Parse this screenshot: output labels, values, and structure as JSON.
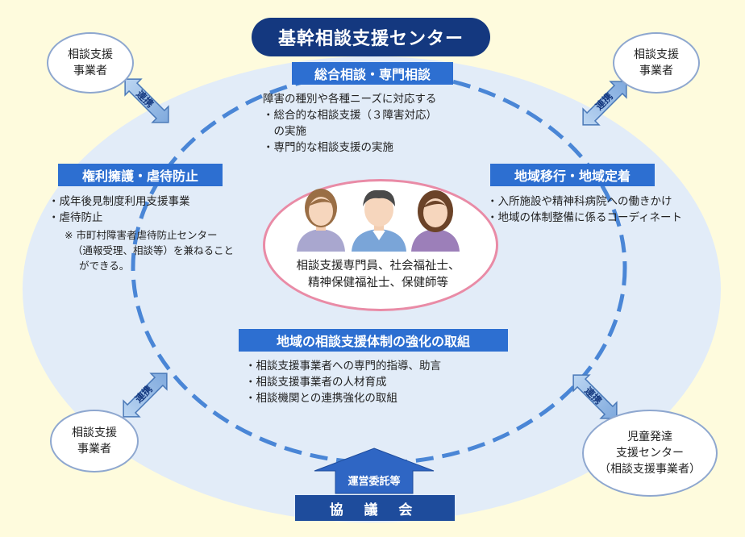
{
  "center": {
    "title": "基幹相談支援センター"
  },
  "sections": {
    "sogo": {
      "header": "総合相談・専門相談",
      "lines": [
        "障害の種別や各種ニーズに対応する",
        "・総合的な相談支援（３障害対応）",
        "　の実施",
        "・専門的な相談支援の実施"
      ]
    },
    "kenri": {
      "header": "権利擁護・虐待防止",
      "lines": [
        "・成年後見制度利用支援事業",
        "・虐待防止"
      ],
      "note_lines": [
        "※ 市町村障害者虐待防止センター",
        "（通報受理、相談等）を兼ねること",
        "ができる。"
      ]
    },
    "chiiki_iko": {
      "header": "地域移行・地域定着",
      "lines": [
        "・入所施設や精神科病院への働きかけ",
        "・地域の体制整備に係るコーディネート"
      ]
    },
    "kyoka": {
      "header": "地域の相談支援体制の強化の取組",
      "lines": [
        "・相談支援事業者への専門的指導、助言",
        "・相談支援事業者の人材育成",
        "・相談機関との連携強化の取組"
      ]
    }
  },
  "staff": {
    "lines": [
      "相談支援専門員、社会福祉士、",
      "精神保健福祉士、保健師等"
    ]
  },
  "outer": {
    "top_left": [
      "相談支援",
      "事業者"
    ],
    "top_right": [
      "相談支援",
      "事業者"
    ],
    "bottom_left": [
      "相談支援",
      "事業者"
    ],
    "bottom_right": [
      "児童発達",
      "支援センター",
      "（相談支援事業者）"
    ]
  },
  "arrows": {
    "label": "連携"
  },
  "bottom": {
    "commission": "運営委託等",
    "council": "協 議 会"
  },
  "colors": {
    "navy": "#14387f",
    "blue": "#2d6fd1",
    "ellipse": "#e2ecf8",
    "dash": "#4a86d6",
    "pink": "#e98ba6",
    "background": "#fefbdd"
  }
}
